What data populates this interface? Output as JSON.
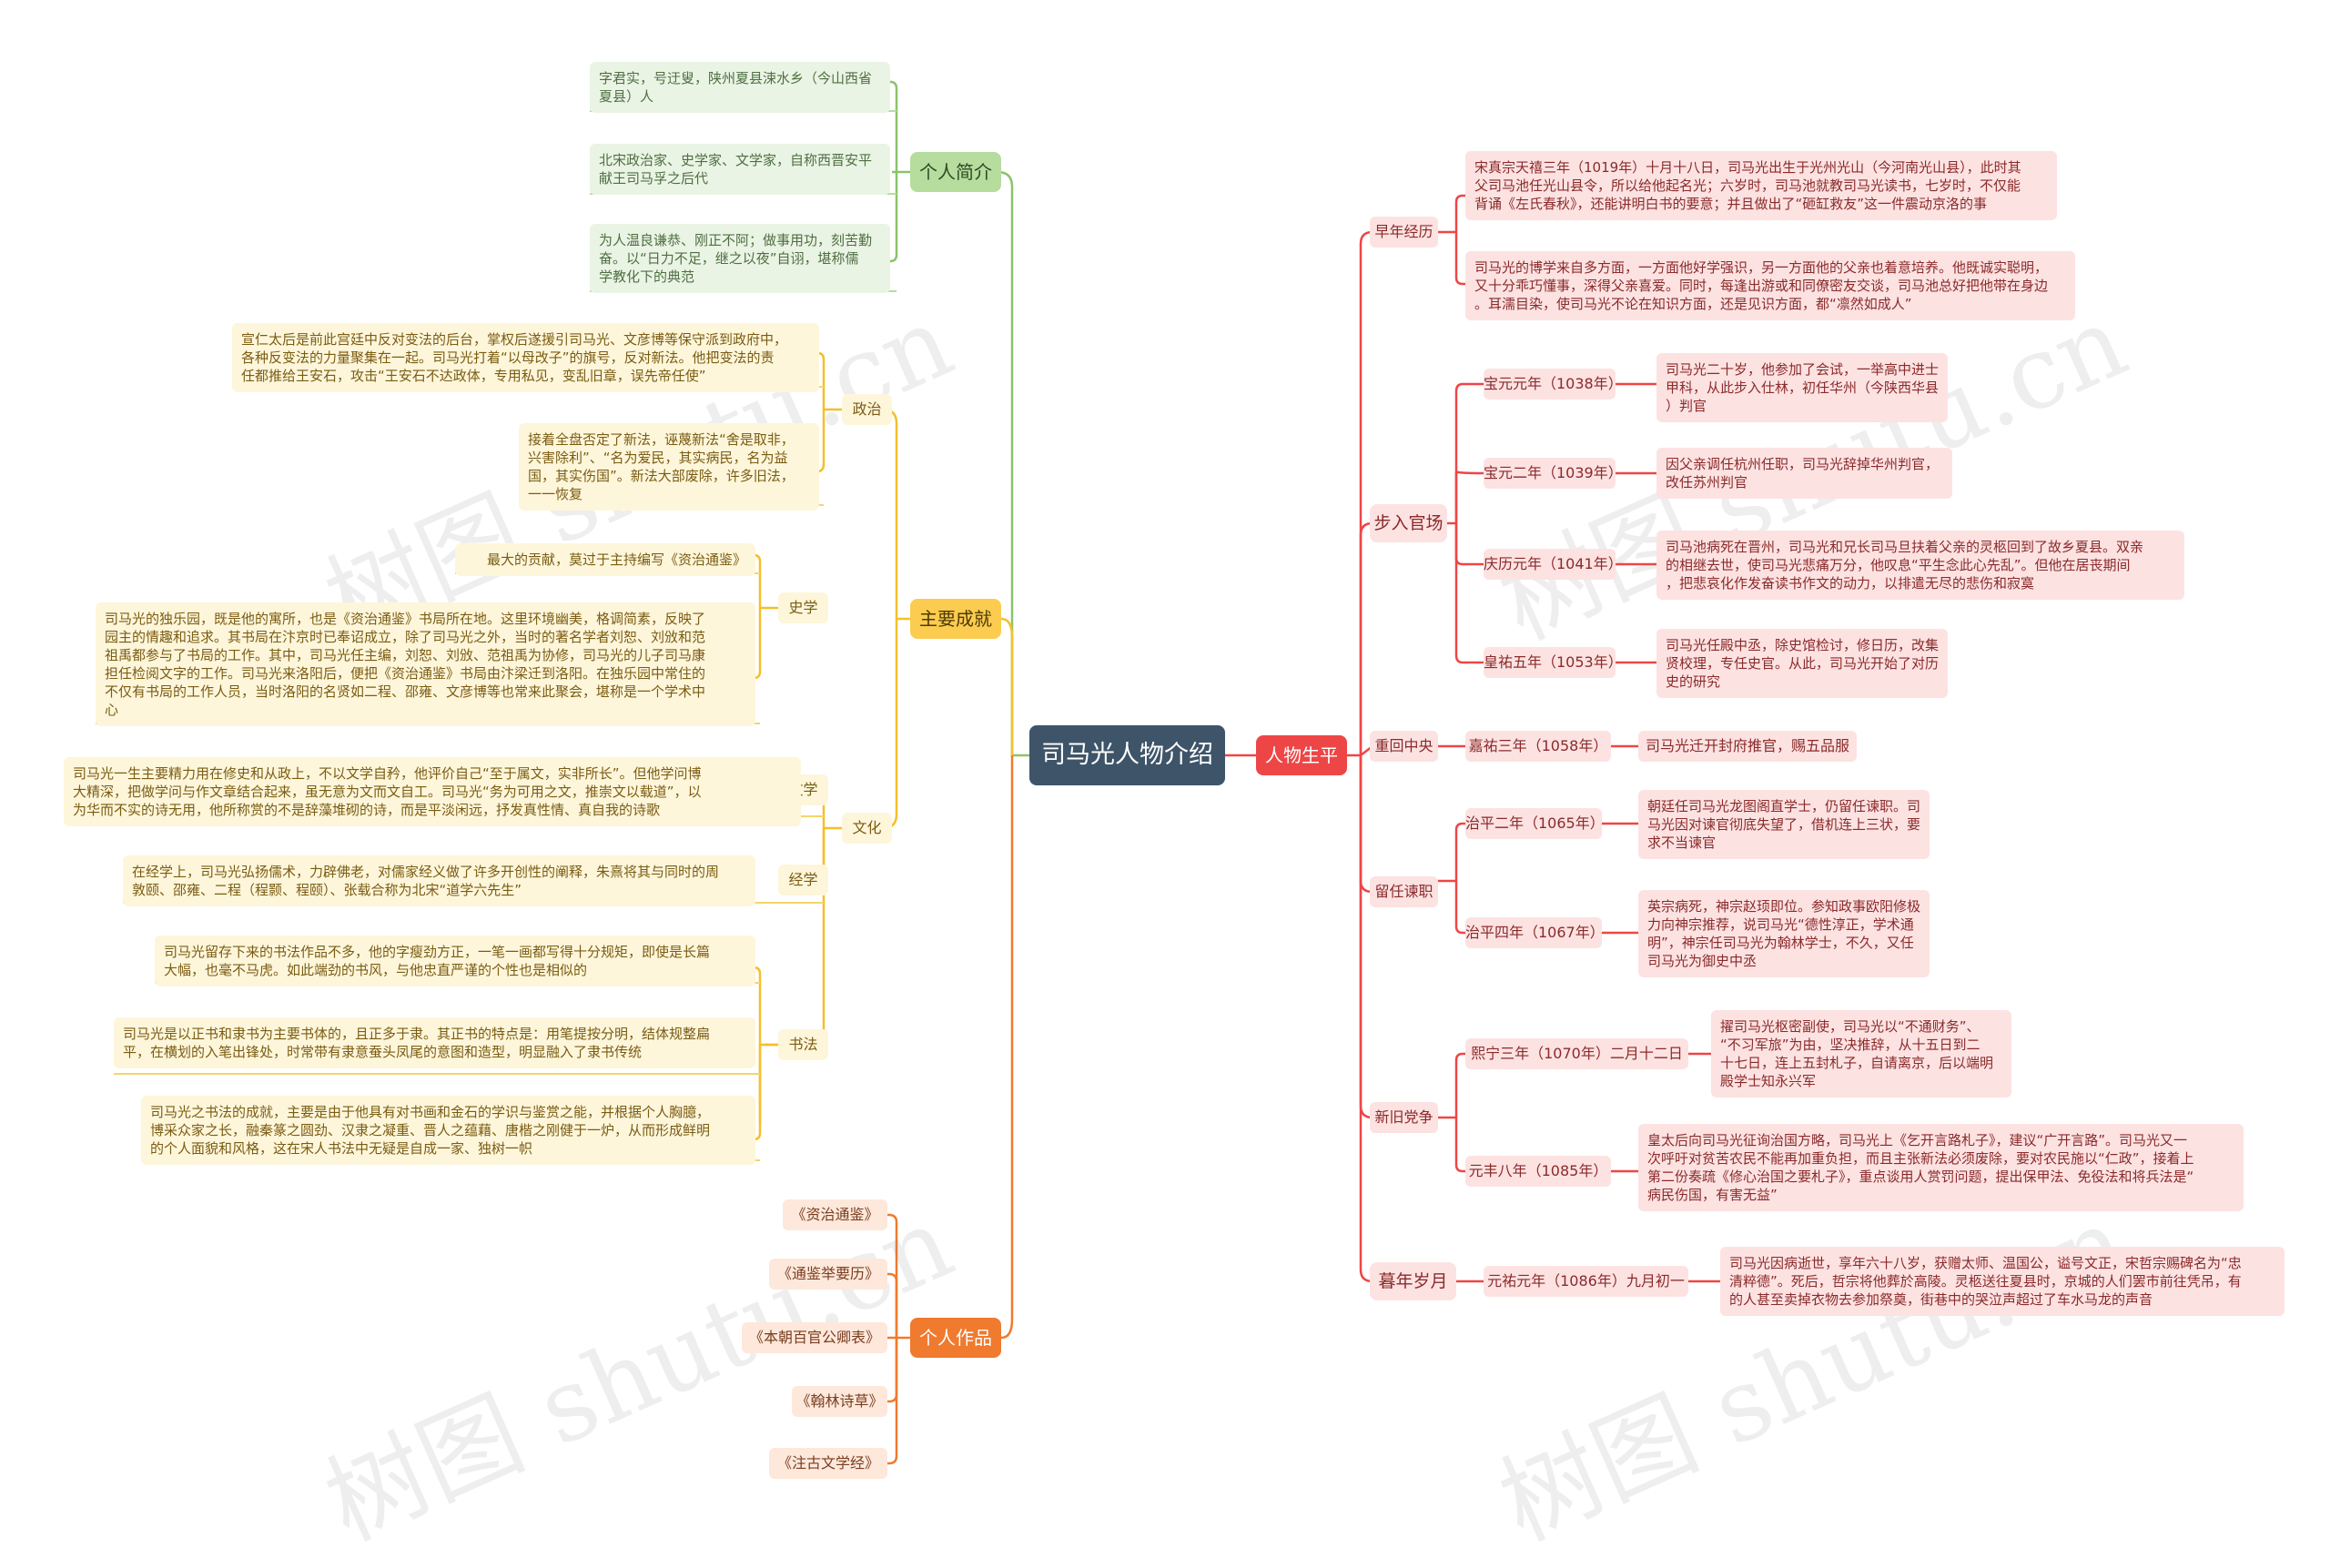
{
  "root": "司马光人物介绍",
  "watermark": "树图 shutu.cn",
  "colors": {
    "root": "#3e5469",
    "intro": "#b6dc9e",
    "achieve": "#fbcc4f",
    "works": "#f07a2e",
    "life": "#ee4646"
  },
  "intro": {
    "label": "个人简介",
    "items": [
      "字君实，号迂叟，陕州夏县涑水乡（今山西省\n夏县）人",
      "北宋政治家、史学家、文学家，自称西晋安平\n献王司马孚之后代",
      "为人温良谦恭、刚正不阿；做事用功，刻苦勤\n奋。以“日力不足，继之以夜”自诩，堪称儒\n学教化下的典范"
    ]
  },
  "achieve": {
    "label": "主要成就",
    "politics": {
      "label": "政治",
      "items": [
        "宣仁太后是前此宫廷中反对变法的后台，掌权后遂援引司马光、文彦博等保守派到政府中，\n各种反变法的力量聚集在一起。司马光打着“以母改子”的旗号，反对新法。他把变法的责\n任都推给王安石，攻击“王安石不达政体，专用私见，变乱旧章，误先帝任使”",
        "接着全盘否定了新法，诬蔑新法“舍是取非，\n兴害除利”、“名为爱民，其实病民，名为益\n国，其实伤国”。新法大部废除，许多旧法，\n一一恢复"
      ]
    },
    "history": {
      "label": "史学",
      "items": [
        "最大的贡献，莫过于主持编写《资治通鉴》",
        "司马光的独乐园，既是他的寓所，也是《资治通鉴》书局所在地。这里环境幽美，格调简素，反映了\n园主的情趣和追求。其书局在汴京时已奉诏成立，除了司马光之外，当时的著名学者刘恕、刘攽和范\n祖禹都参与了书局的工作。其中，司马光任主编，刘恕、刘攽、范祖禹为协修，司马光的儿子司马康\n担任检阅文字的工作。司马光来洛阳后，便把《资治通鉴》书局由汴梁迁到洛阳。在独乐园中常住的\n不仅有书局的工作人员，当时洛阳的名贤如二程、邵雍、文彦博等也常来此聚会，堪称是一个学术中\n心"
      ]
    },
    "culture": {
      "label": "文化",
      "literature": {
        "label": "文学",
        "items": [
          "司马光一生主要精力用在修史和从政上，不以文学自矜，他评价自己“至于属文，实非所长”。但他学问博\n大精深，把做学问与作文章结合起来，虽无意为文而文自工。司马光“务为可用之文，推崇文以载道”，以\n为华而不实的诗无用，他所称赏的不是辞藻堆砌的诗，而是平淡闲远，抒发真性情、真自我的诗歌"
        ]
      },
      "classics": {
        "label": "经学",
        "items": [
          "在经学上，司马光弘扬儒术，力辟佛老，对儒家经义做了许多开创性的阐释，朱熹将其与同时的周\n敦颐、邵雍、二程（程颢、程颐）、张载合称为北宋“道学六先生”"
        ]
      },
      "calligraphy": {
        "label": "书法",
        "items": [
          "司马光留存下来的书法作品不多，他的字瘦劲方正，一笔一画都写得十分规矩，即使是长篇\n大幅，也毫不马虎。如此端劲的书风，与他忠直严谨的个性也是相似的",
          "司马光是以正书和隶书为主要书体的，且正多于隶。其正书的特点是：用笔提按分明，结体规整扁\n平，在横划的入笔出锋处，时常带有隶意蚕头凤尾的意图和造型，明显融入了隶书传统",
          "司马光之书法的成就，主要是由于他具有对书画和金石的学识与鉴赏之能，并根据个人胸臆，\n博采众家之长，融秦篆之圆劲、汉隶之凝重、晋人之蕴藉、唐楷之刚健于一炉，从而形成鲜明\n的个人面貌和风格，这在宋人书法中无疑是自成一家、独树一帜"
        ]
      }
    }
  },
  "works": {
    "label": "个人作品",
    "items": [
      "《资治通鉴》",
      "《通鉴举要历》",
      "《本朝百官公卿表》",
      "《翰林诗草》",
      "《注古文学经》"
    ]
  },
  "life": {
    "label": "人物生平",
    "early": {
      "label": "早年经历",
      "items": [
        "宋真宗天禧三年（1019年）十月十八日，司马光出生于光州光山（今河南光山县），此时其\n父司马池任光山县令，所以给他起名光；六岁时，司马池就教司马光读书，七岁时，不仅能\n背诵《左氏春秋》，还能讲明白书的要意；并且做出了“砸缸救友”这一件震动京洛的事",
        "司马光的博学来自多方面，一方面他好学强识，另一方面他的父亲也着意培养。他既诚实聪明，\n又十分乖巧懂事，深得父亲喜爱。同时，每逢出游或和同僚密友交谈，司马池总好把他带在身边\n。耳濡目染，使司马光不论在知识方面，还是见识方面，都“凛然如成人”"
      ]
    },
    "official": {
      "label": "步入官场",
      "entries": [
        {
          "date": "宝元元年（1038年）",
          "text": "司马光二十岁，他参加了会试，一举高中进士\n甲科，从此步入仕林，初任华州（今陕西华县\n）判官"
        },
        {
          "date": "宝元二年（1039年）",
          "text": "因父亲调任杭州任职，司马光辞掉华州判官，\n改任苏州判官"
        },
        {
          "date": "庆历元年（1041年）",
          "text": "司马池病死在晋州，司马光和兄长司马旦扶着父亲的灵柩回到了故乡夏县。双亲\n的相继去世，使司马光悲痛万分，他叹息“平生念此心先乱”。但他在居丧期间\n，把悲哀化作发奋读书作文的动力，以排遣无尽的悲伤和寂寞"
        },
        {
          "date": "皇祐五年（1053年）",
          "text": "司马光任殿中丞，除史馆检讨，修日历，改集\n贤校理，专任史官。从此，司马光开始了对历\n史的研究"
        }
      ]
    },
    "central": {
      "label": "重回中央",
      "entries": [
        {
          "date": "嘉祐三年（1058年）",
          "text": "司马光迁开封府推官，赐五品服"
        }
      ]
    },
    "remonstrance": {
      "label": "留任谏职",
      "entries": [
        {
          "date": "治平二年（1065年）",
          "text": "朝廷任司马光龙图阁直学士，仍留任谏职。司\n马光因对谏官彻底失望了，借机连上三状，要\n求不当谏官"
        },
        {
          "date": "治平四年（1067年）",
          "text": "英宗病死，神宗赵顼即位。参知政事欧阳修极\n力向神宗推荐，说司马光“德性淳正，学术通\n明”，神宗任司马光为翰林学士，不久，又任\n司马光为御史中丞"
        }
      ]
    },
    "reform": {
      "label": "新旧党争",
      "entries": [
        {
          "date": "熙宁三年（1070年）二月十二日",
          "text": "擢司马光枢密副使，司马光以“不通财务”、\n“不习军旅”为由，坚决推辞，从十五日到二\n十七日，连上五封札子，自请离京，后以端明\n殿学士知永兴军"
        },
        {
          "date": "元丰八年（1085年）",
          "text": "皇太后向司马光征询治国方略，司马光上《乞开言路札子》，建议“广开言路”。司马光又一\n次呼吁对贫苦农民不能再加重负担，而且主张新法必须废除，要对农民施以“仁政”，接着上\n第二份奏疏《修心治国之要札子》，重点谈用人赏罚问题，提出保甲法、免役法和将兵法是“\n病民伤国，有害无益”"
        }
      ]
    },
    "late": {
      "label": "暮年岁月",
      "entries": [
        {
          "date": "元祐元年（1086年）九月初一",
          "text": "司马光因病逝世，享年六十八岁，获赠太师、温国公，谥号文正，宋哲宗赐碑名为“忠\n清粹德”。死后，哲宗将他葬於高陵。灵柩送往夏县时，京城的人们罢市前往凭吊，有\n的人甚至卖掉衣物去参加祭奠，街巷中的哭泣声超过了车水马龙的声音"
        }
      ]
    }
  }
}
